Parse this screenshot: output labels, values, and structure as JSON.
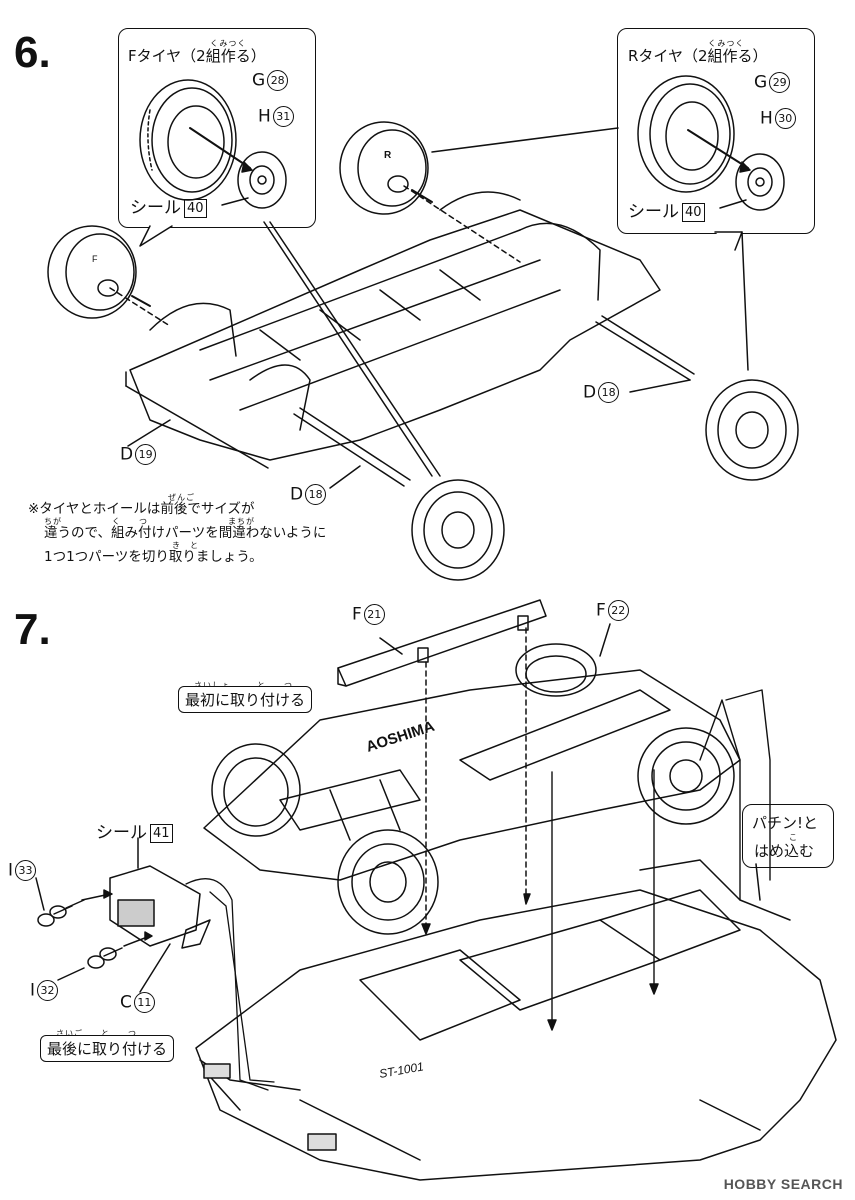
{
  "step6": {
    "number": "6.",
    "front_tire": {
      "title": "Fタイヤ（2組作る）",
      "ruby": "くみつく",
      "tire_part": "G",
      "tire_num": "28",
      "hub_part": "H",
      "hub_num": "31",
      "seal_label": "シール",
      "seal_num": "40",
      "hub_letter": "F"
    },
    "rear_tire": {
      "title": "Rタイヤ（2組作る）",
      "ruby": "くみつく",
      "tire_part": "G",
      "tire_num": "29",
      "hub_part": "H",
      "hub_num": "30",
      "seal_label": "シール",
      "seal_num": "40",
      "hub_letter": "R"
    },
    "axle_rear": {
      "part": "D",
      "num": "18"
    },
    "axle_front": {
      "part": "D",
      "num": "18"
    },
    "chassis": {
      "part": "D",
      "num": "19"
    },
    "note": {
      "line1": "※タイヤとホイールは前後でサイズが",
      "line2": "違うので、組み付けパーツを間違わないように",
      "line3": "1つ1つパーツを切り取りましょう。",
      "ruby1": "ぜんご",
      "ruby2a": "ちが",
      "ruby2b": "く　　つ",
      "ruby2c": "まちが",
      "ruby3": "き　と"
    }
  },
  "step7": {
    "number": "7.",
    "rear_wing": {
      "part": "F",
      "num": "21"
    },
    "underpan": {
      "part": "F",
      "num": "22"
    },
    "first_attach": {
      "text": "最初に取り付ける",
      "ruby": "さいしょ　　　と　　つ"
    },
    "last_attach": {
      "text": "最後に取り付ける",
      "ruby": "さいご　　と　　つ"
    },
    "snap_in": {
      "line1": "パチン!と",
      "line2": "はめ込む",
      "ruby": "こ"
    },
    "seal": {
      "label": "シール",
      "num": "41"
    },
    "exhaust_upper": {
      "part": "I",
      "num": "33"
    },
    "exhaust_lower": {
      "part": "I",
      "num": "32"
    },
    "muffler": {
      "part": "C",
      "num": "11"
    },
    "brand_logo": "AOSHIMA",
    "body_logo": "ST-1001"
  },
  "watermark": "HOBBY SEARCH",
  "colors": {
    "line": "#111111",
    "paper": "#ffffff",
    "shade": "#d8d8d8"
  }
}
